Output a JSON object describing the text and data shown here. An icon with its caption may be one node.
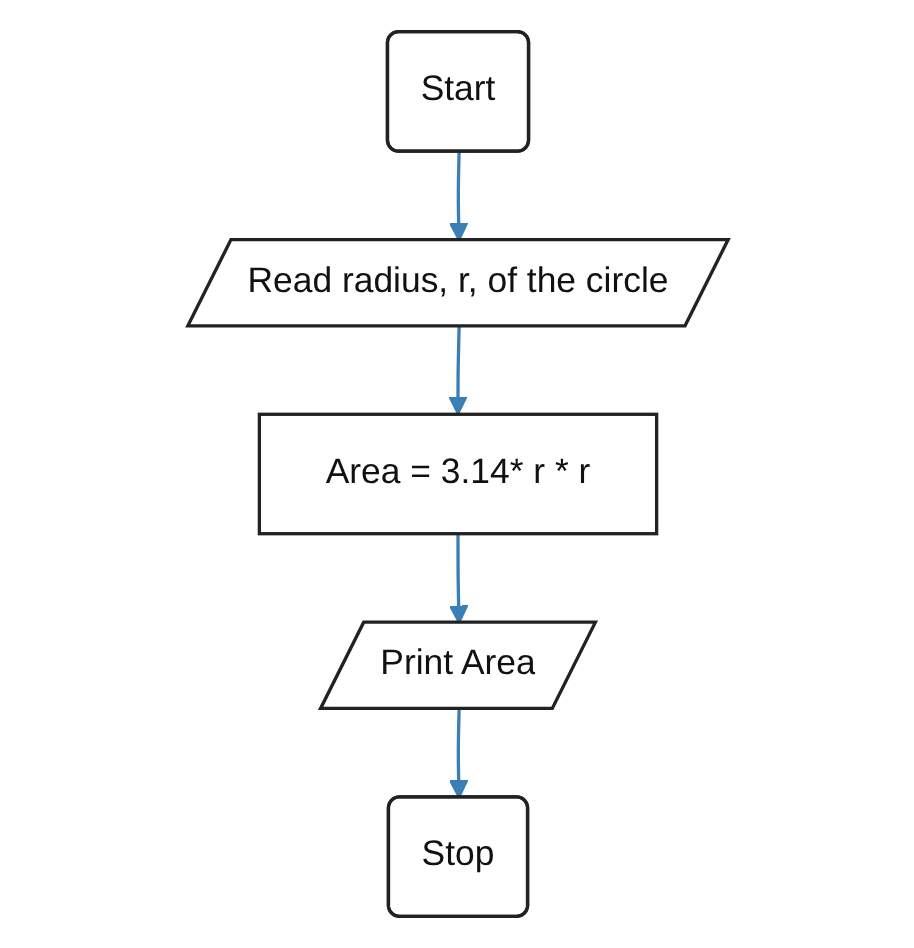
{
  "diagram": {
    "nodes": [
      {
        "text": [
          "Start"
        ]
      },
      {
        "text": [
          "Read radius, r, of the circle"
        ]
      },
      {
        "text": [
          "Area = 3.14* r * r"
        ]
      },
      {
        "text": [
          "Print Area"
        ]
      },
      {
        "text": [
          "Stop"
        ]
      }
    ],
    "edges": [
      {
        "from": 0,
        "to": 1,
        "arrow": "to"
      },
      {
        "from": 1,
        "to": 2,
        "arrow": "to"
      },
      {
        "from": 2,
        "to": 3,
        "arrow": "to"
      },
      {
        "from": 3,
        "to": 4,
        "arrow": "to"
      }
    ]
  }
}
